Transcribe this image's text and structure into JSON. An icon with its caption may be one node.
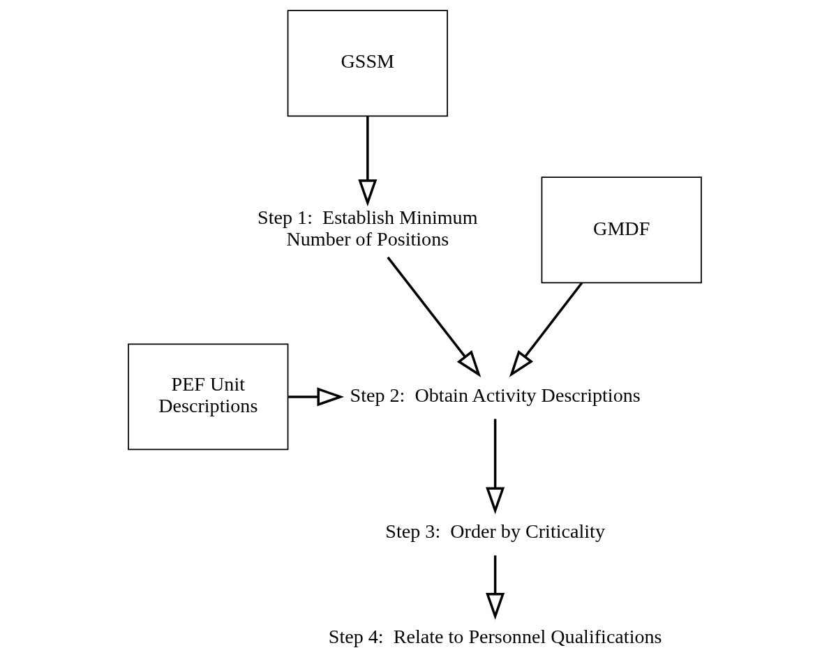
{
  "diagram": {
    "nodes": [
      {
        "text": [
          "GSSM"
        ]
      },
      {
        "text": [
          "GMDF"
        ]
      },
      {
        "text": [
          "PEF Unit Descriptions"
        ]
      },
      {
        "text": [
          "Step 1:  Establish Minimum Number of Positions"
        ]
      },
      {
        "text": [
          "Step 2:  Obtain Activity Descriptions"
        ]
      },
      {
        "text": [
          "Step 3:  Order by Criticality"
        ]
      },
      {
        "text": [
          "Step 4:  Relate to Personnel Qualifications"
        ]
      }
    ],
    "edges": [
      {
        "from": 0,
        "to": 3,
        "arrow": "to"
      },
      {
        "from": 3,
        "to": 4,
        "arrow": "to"
      },
      {
        "from": 1,
        "to": 4,
        "arrow": "to"
      },
      {
        "from": 2,
        "to": 4,
        "arrow": "to"
      },
      {
        "from": 4,
        "to": 5,
        "arrow": "to"
      },
      {
        "from": 5,
        "to": 6,
        "arrow": "to"
      }
    ]
  }
}
